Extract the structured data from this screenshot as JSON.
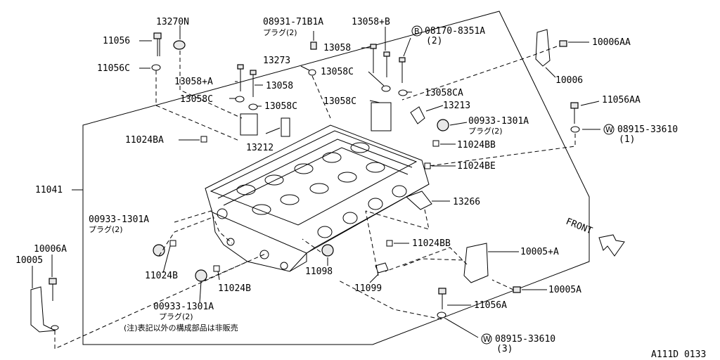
{
  "labels": {
    "p13270N": "13270N",
    "p11056": "11056",
    "p11056C": "11056C",
    "p08931": "08931-71B1A",
    "plug2a": "プラグ(2)",
    "p13058B_B": "13058+B",
    "p08170": "08170-8351A",
    "q2": "(2)",
    "circB": "B",
    "p13058_top": "13058",
    "p13273": "13273",
    "p13058C_a": "13058C",
    "p13058A": "13058+A",
    "p13058_mid": "13058",
    "p13058C_b": "13058C",
    "p13058C_c": "13058C",
    "p13058CA": "13058CA",
    "p13058C_d": "13058C",
    "p13213": "13213",
    "p10006AA": "10006AA",
    "p10006": "10006",
    "p11056AA": "11056AA",
    "p00933_r": "00933-1301A",
    "plug2b": "プラグ(2)",
    "p08915_1": "08915-33610",
    "q1": "(1)",
    "circW1": "W",
    "p11024BA": "11024BA",
    "p13212": "13212",
    "p11024BB_a": "11024BB",
    "p11024BE": "11024BE",
    "p11041": "11041",
    "p13266": "13266",
    "p00933_l": "00933-1301A",
    "plug2c": "プラグ(2)",
    "p10006A": "10006A",
    "p10005": "10005",
    "p11024BB_b": "11024BB",
    "front": "FRONT",
    "p10005A_plus": "10005+A",
    "p11024B_a": "11024B",
    "p11098": "11098",
    "p11099": "11099",
    "p11024B_b": "11024B",
    "p10005A": "10005A",
    "p00933_b": "00933-1301A",
    "plug2d": "プラグ(2)",
    "p11056A": "11056A",
    "note": "(注)表記以外の構成部品は非販売",
    "p08915_3": "08915-33610",
    "q3": "(3)",
    "circW3": "W",
    "code": "A111D 0133"
  }
}
